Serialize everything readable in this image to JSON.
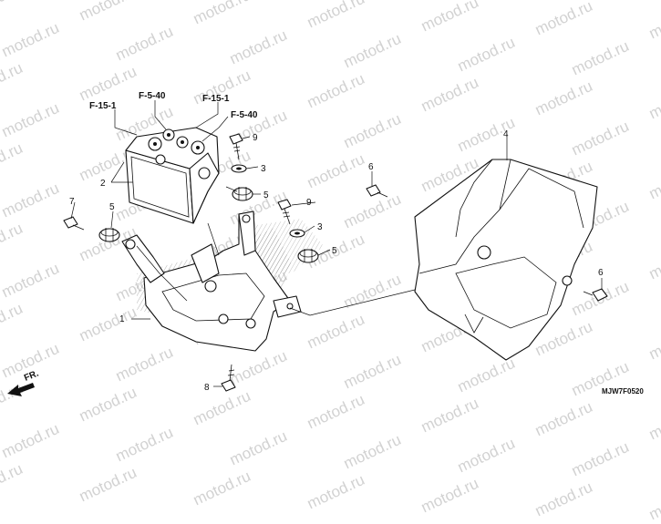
{
  "watermark": "motod.ru",
  "diagram_code": "MJW7F0520",
  "front_marker": "FR.",
  "ref_labels": [
    "F-15-1",
    "F-5-40",
    "F-15-1",
    "F-5-40"
  ],
  "callouts": [
    "1",
    "2",
    "3",
    "3",
    "4",
    "5",
    "5",
    "5",
    "6",
    "6",
    "7",
    "8",
    "9",
    "9"
  ]
}
